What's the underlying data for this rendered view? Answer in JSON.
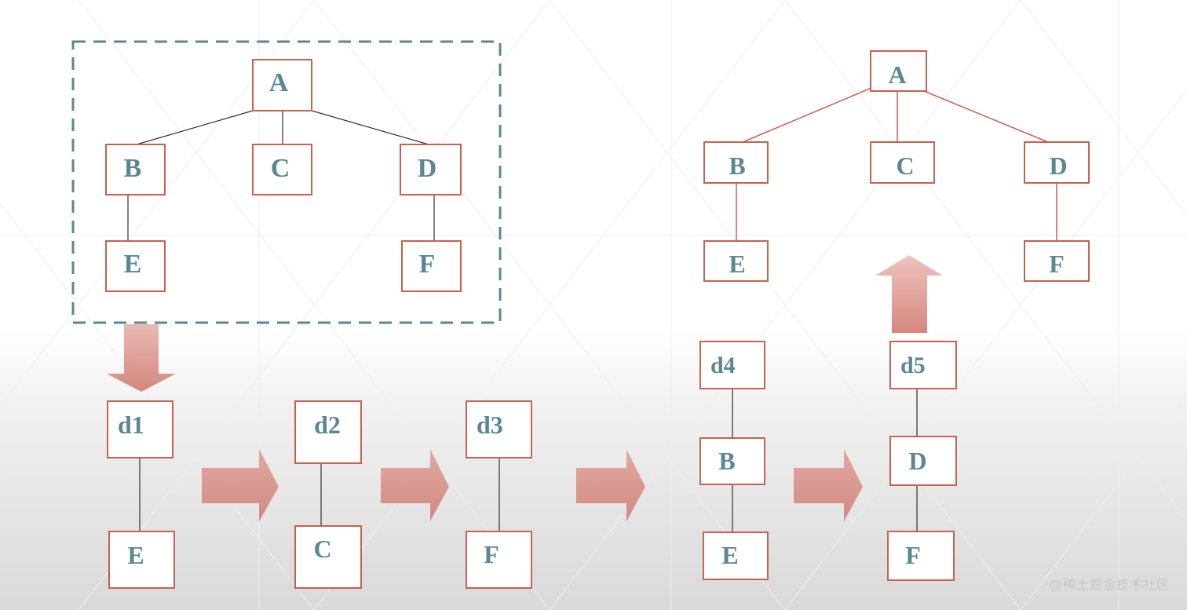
{
  "colors": {
    "node_border": "#c8614d",
    "node_text": "#5b8793",
    "dashed_frame": "#5b8793",
    "arrow_fill": "#d89a93",
    "link_black": "#333333",
    "link_red": "#c8614d"
  },
  "top_left_tree": {
    "root": "A",
    "children": [
      "B",
      "C",
      "D"
    ],
    "grandchildren": [
      "E",
      "F"
    ]
  },
  "top_right_tree": {
    "root": "A",
    "children": [
      "B",
      "C",
      "D"
    ],
    "grandchildren": [
      "E",
      "F"
    ]
  },
  "process": {
    "step1": {
      "parent": "d1",
      "child": "E"
    },
    "step2": {
      "parent": "d2",
      "child": "C"
    },
    "step3": {
      "parent": "d3",
      "child": "F"
    },
    "step4": {
      "top": "d4",
      "middle": "B",
      "bottom": "E"
    },
    "step5": {
      "top": "d5",
      "middle": "D",
      "bottom": "F"
    }
  },
  "arrows": [
    "arrow-down",
    "arrow-right",
    "arrow-right",
    "arrow-right",
    "arrow-right",
    "arrow-up"
  ],
  "watermark": "@稀土掘金技术社区"
}
